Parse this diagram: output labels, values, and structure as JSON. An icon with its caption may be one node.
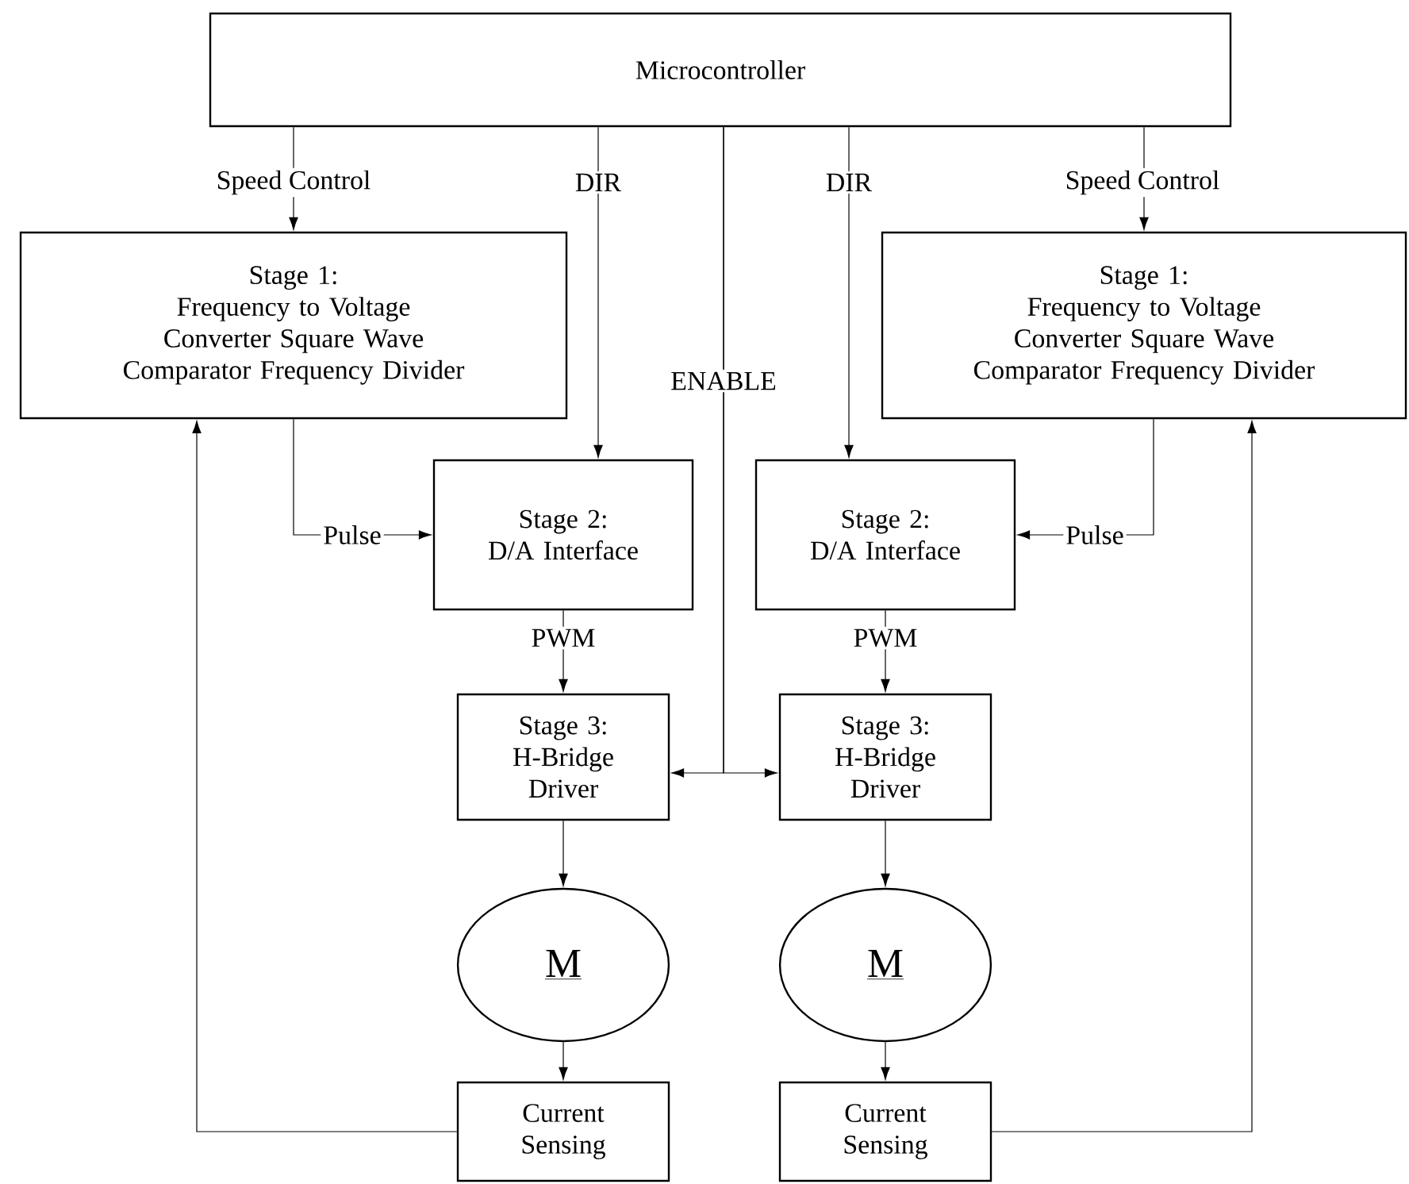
{
  "diagram": {
    "nodes": [
      {
        "text": [
          "Microcontroller"
        ]
      },
      {
        "text": [
          "Stage 1:",
          "Frequency to Voltage Converter Square Wave Comparator Frequency Divider"
        ]
      },
      {
        "text": [
          "Stage 1:",
          "Frequency to Voltage Converter Square Wave Comparator Frequency Divider"
        ]
      },
      {
        "text": [
          "Stage 2:",
          "D/A Interface"
        ]
      },
      {
        "text": [
          "Stage 2:",
          "D/A Interface"
        ]
      },
      {
        "text": [
          "Stage 3:",
          "H-Bridge Driver"
        ]
      },
      {
        "text": [
          "Stage 3:",
          "H-Bridge Driver"
        ]
      },
      {
        "text": [
          "M"
        ]
      },
      {
        "text": [
          "M"
        ]
      },
      {
        "text": [
          "Current Sensing"
        ]
      },
      {
        "text": [
          "Current Sensing"
        ]
      }
    ],
    "edges": [
      {
        "from": 0,
        "to": 1,
        "arrow": "to",
        "label": "Speed Control"
      },
      {
        "from": 0,
        "to": 2,
        "arrow": "to",
        "label": "Speed Control"
      },
      {
        "from": 0,
        "to": 3,
        "arrow": "to",
        "label": "DIR"
      },
      {
        "from": 0,
        "to": 4,
        "arrow": "to",
        "label": "DIR"
      },
      {
        "from": 0,
        "to": 5,
        "arrow": "to",
        "label": "ENABLE"
      },
      {
        "from": 0,
        "to": 6,
        "arrow": "to"
      },
      {
        "from": 1,
        "to": 3,
        "arrow": "to",
        "label": "Pulse"
      },
      {
        "from": 2,
        "to": 4,
        "arrow": "to",
        "label": "Pulse"
      },
      {
        "from": 3,
        "to": 5,
        "arrow": "to",
        "label": "PWM"
      },
      {
        "from": 4,
        "to": 6,
        "arrow": "to",
        "label": "PWM"
      },
      {
        "from": 5,
        "to": 7,
        "arrow": "to"
      },
      {
        "from": 6,
        "to": 8,
        "arrow": "to"
      },
      {
        "from": 7,
        "to": 9,
        "arrow": "to"
      },
      {
        "from": 8,
        "to": 10,
        "arrow": "to"
      },
      {
        "from": 9,
        "to": 1,
        "arrow": "to"
      },
      {
        "from": 10,
        "to": 2,
        "arrow": "to"
      }
    ]
  }
}
